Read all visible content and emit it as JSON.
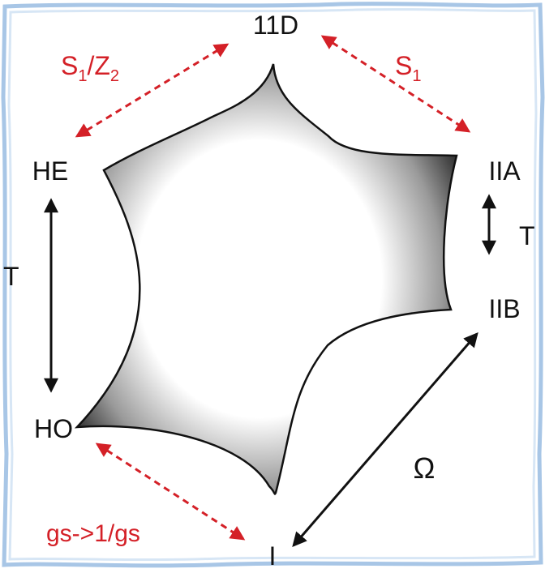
{
  "colors": {
    "frame": "#a8c6e6",
    "frame_inner": "#d7e6f5",
    "black": "#111111",
    "red": "#d42027",
    "shape_dark": "#1a1a1a",
    "shape_light": "#ffffff"
  },
  "nodes": {
    "d11": "11D",
    "he": "HE",
    "iia": "IIA",
    "iib": "IIB",
    "ho": "HO",
    "i": "I"
  },
  "dualities": {
    "s1_z2": {
      "base": "S",
      "sub1": "1",
      "slash": "/Z",
      "sub2": "2"
    },
    "s1": {
      "base": "S",
      "sub1": "1"
    },
    "t_left": "T",
    "t_right": "T",
    "omega": "Ω",
    "gs": "gs->1/gs"
  }
}
